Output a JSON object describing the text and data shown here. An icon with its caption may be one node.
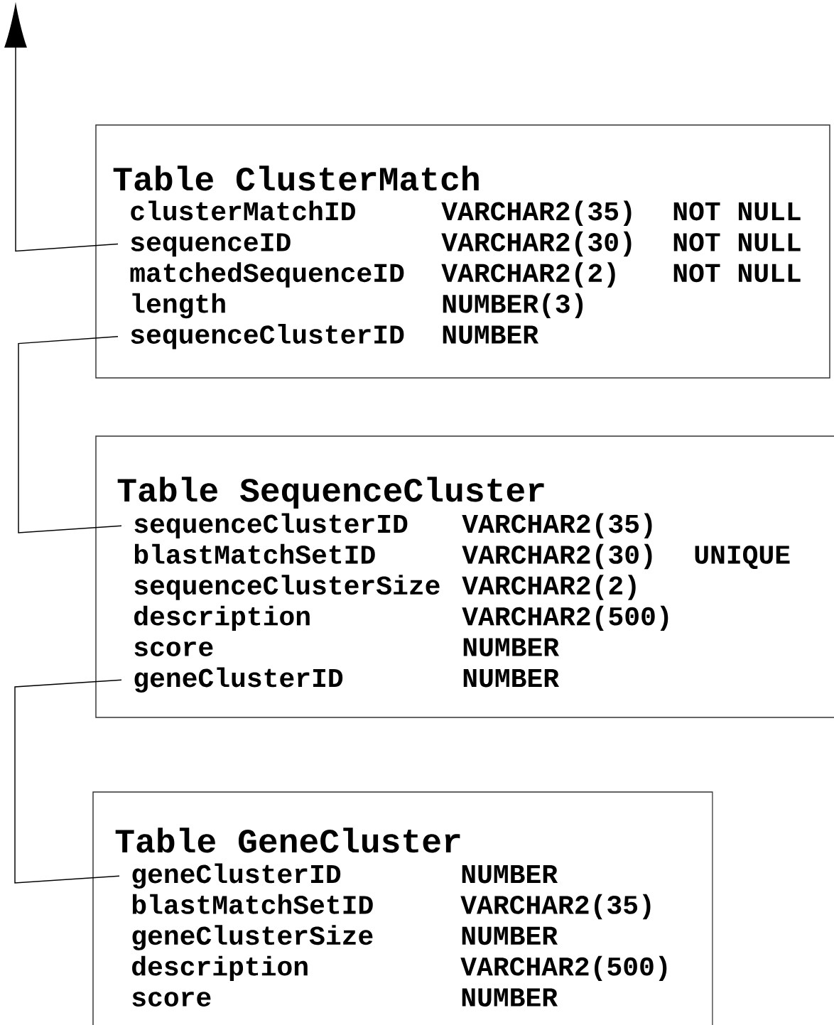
{
  "diagram": {
    "nodes": [
      {
        "text": [
          "Table ClusterMatch"
        ]
      },
      {
        "text": [
          "clusterMatchID",
          "VARCHAR2(35)",
          "NOT NULL"
        ],
        "in": 0
      },
      {
        "text": [
          "sequenceID",
          "VARCHAR2(30)",
          "NOT NULL"
        ],
        "in": 0
      },
      {
        "text": [
          "matchedSequenceID",
          "VARCHAR2(2)",
          "NOT NULL"
        ],
        "in": 0
      },
      {
        "text": [
          "length",
          "NUMBER(3)"
        ],
        "in": 0
      },
      {
        "text": [
          "sequenceClusterID",
          "NUMBER"
        ],
        "in": 0
      },
      {
        "text": [
          "Table SequenceCluster"
        ]
      },
      {
        "text": [
          "sequenceClusterID",
          "VARCHAR2(35)"
        ],
        "in": 6
      },
      {
        "text": [
          "blastMatchSetID",
          "VARCHAR2(30)",
          "UNIQUE"
        ],
        "in": 6
      },
      {
        "text": [
          "sequenceClusterSize",
          "VARCHAR2(2)"
        ],
        "in": 6
      },
      {
        "text": [
          "description",
          "VARCHAR2(500)"
        ],
        "in": 6
      },
      {
        "text": [
          "score",
          "NUMBER"
        ],
        "in": 6
      },
      {
        "text": [
          "geneClusterID",
          "NUMBER"
        ],
        "in": 6
      },
      {
        "text": [
          "Table GeneCluster"
        ]
      },
      {
        "text": [
          "geneClusterID",
          "NUMBER"
        ],
        "in": 13
      },
      {
        "text": [
          "blastMatchSetID",
          "VARCHAR2(35)"
        ],
        "in": 13
      },
      {
        "text": [
          "geneClusterSize",
          "NUMBER"
        ],
        "in": 13
      },
      {
        "text": [
          "description",
          "VARCHAR2(500)"
        ],
        "in": 13
      },
      {
        "text": [
          "score",
          "NUMBER"
        ],
        "in": 13
      }
    ],
    "edges": [
      {
        "from": 2,
        "to": null,
        "arrow": "to"
      },
      {
        "from": 5,
        "to": 7,
        "arrow": "none"
      },
      {
        "from": 12,
        "to": 14,
        "arrow": "none"
      }
    ]
  }
}
